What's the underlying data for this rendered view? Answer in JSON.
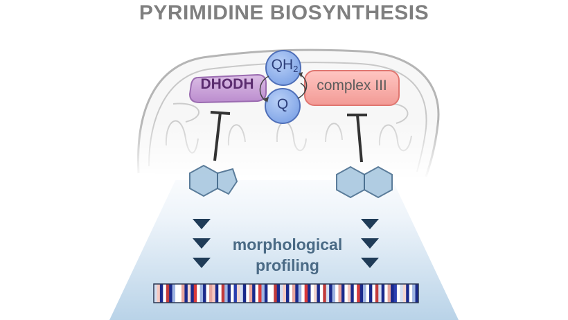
{
  "title": "PYRIMIDINE BIOSYNTHESIS",
  "enzymes": {
    "dhodh": "DHODH",
    "complex3": "complex III"
  },
  "cofactors": {
    "qh2_main": "QH",
    "qh2_sub": "2",
    "q": "Q"
  },
  "morphology": {
    "line1": "morphological",
    "line2": "profiling"
  },
  "colors": {
    "title": "#7f7f7f",
    "dhodh_fill": "#c9a0d6",
    "complex3_fill": "#f4a7a3",
    "quinone_fill": "#8fb3ee",
    "inhibitor": "#3a3a3a",
    "arrow": "#1f3b57",
    "cone_top": "#ffffff",
    "cone_bottom": "#b9d3e8"
  },
  "icons": {
    "left_compound": "indane-structure-icon",
    "right_compound": "naphthalene-structure-icon",
    "mitochondrion": "mitochondrion-icon",
    "profile": "profile-barcode-icon"
  },
  "profile_barcode": [
    "#d4dff2",
    "#f6c9c2",
    "#1a2a8c",
    "#ffffff",
    "#c23b3b",
    "#1a2a8c",
    "#9fb5e3",
    "#ffffff",
    "#ffffff",
    "#e7a59d",
    "#1a2a8c",
    "#f3d6d0",
    "#1a2a8c",
    "#d93a3a",
    "#ffffff",
    "#9fb5e3",
    "#1a2a8c",
    "#ffffff",
    "#e7a59d",
    "#f6c9c2",
    "#1a2a8c",
    "#ffffff",
    "#c23b3b",
    "#9fb5e3",
    "#1a2a8c",
    "#ffffff",
    "#2b3fb0",
    "#f3d6d0",
    "#d4dff2",
    "#1a2a8c",
    "#ffffff",
    "#e7a59d",
    "#1a2a8c",
    "#ffffff",
    "#d93a3a",
    "#9fb5e3",
    "#1a2a8c",
    "#ffffff",
    "#ffffff",
    "#c23b3b",
    "#1a2a8c",
    "#d4dff2",
    "#f6c9c2",
    "#1a2a8c",
    "#ffffff",
    "#e7a59d",
    "#1a2a8c",
    "#9fb5e3",
    "#ffffff",
    "#d93a3a",
    "#1a2a8c",
    "#ffffff",
    "#f3d6d0",
    "#1a2a8c",
    "#ffffff",
    "#c23b3b",
    "#d4dff2",
    "#1a2a8c",
    "#9fb5e3",
    "#ffffff",
    "#e7a59d",
    "#1a2a8c",
    "#ffffff",
    "#f6c9c2",
    "#1a2a8c",
    "#ffffff",
    "#d93a3a",
    "#1a2a8c",
    "#9fb5e3",
    "#ffffff",
    "#1a2a8c",
    "#ffffff",
    "#c23b3b",
    "#d4dff2",
    "#1a2a8c",
    "#ffffff",
    "#e7a59d",
    "#1a2a8c",
    "#2b3fb0",
    "#ffffff",
    "#d4dff2",
    "#f3d6d0",
    "#1a2a8c",
    "#ffffff",
    "#9fb5e3",
    "#1a2a8c"
  ]
}
